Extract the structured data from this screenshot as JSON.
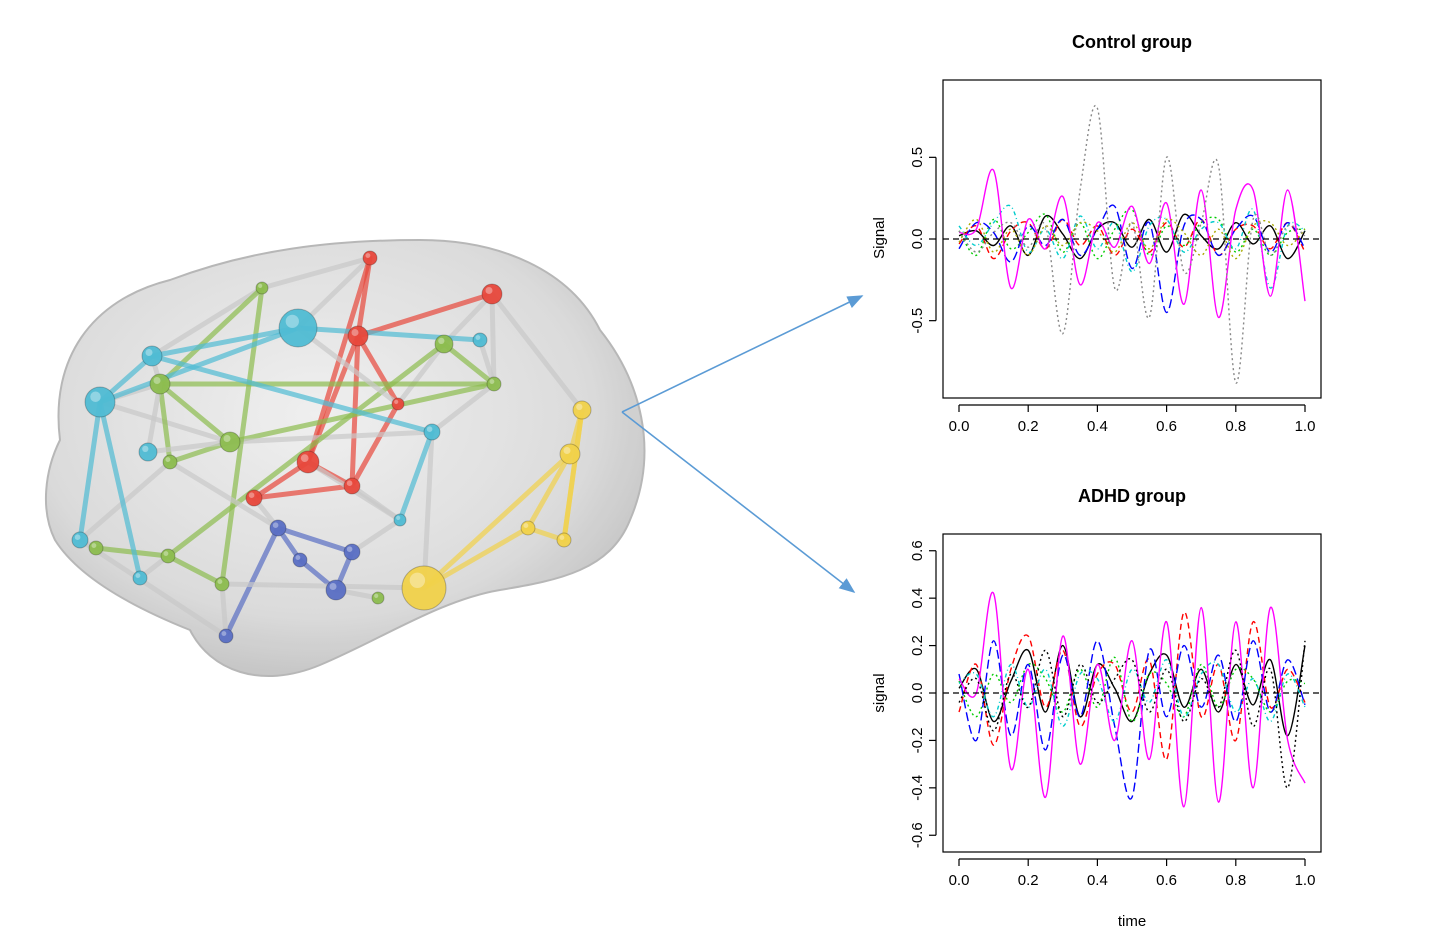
{
  "figure": {
    "brain_network": {
      "module_colors": [
        "#c9c9c9",
        "#f2d24a",
        "#5a6fc4",
        "#50bcd4",
        "#8dbd4f",
        "#e8483c"
      ]
    },
    "arrow_color": "#5b9bd5"
  },
  "chart_data": [
    {
      "type": "line",
      "title": "Control group",
      "xlabel": "",
      "ylabel": "Signal",
      "xlim": [
        0,
        1
      ],
      "ylim": [
        -0.9,
        0.9
      ],
      "xticks": [
        "0.0",
        "0.2",
        "0.4",
        "0.6",
        "0.8",
        "1.0"
      ],
      "yticks": [
        "-0.5",
        "0.0",
        "0.5"
      ],
      "reference_line_y": 0,
      "grid": false,
      "series_colors": [
        "#000000",
        "#ff0000",
        "#00cc00",
        "#0000ff",
        "#00cccc",
        "#ff00ff",
        "#aaaa00",
        "#888888"
      ],
      "series": [
        {
          "values": [
            0.02,
            0.05,
            -0.04,
            0.08,
            -0.1,
            0.14,
            0.03,
            -0.12,
            0.06,
            0.1,
            -0.05,
            0.12,
            -0.08,
            0.15,
            0.02,
            -0.06,
            0.1,
            -0.03,
            0.08,
            -0.12,
            0.05
          ]
        },
        {
          "values": [
            -0.03,
            0.08,
            -0.12,
            0.05,
            0.1,
            -0.06,
            0.12,
            -0.04,
            0.08,
            -0.1,
            0.06,
            -0.08,
            0.1,
            -0.05,
            0.12,
            -0.1,
            0.06,
            0.08,
            -0.06,
            0.1,
            -0.08
          ]
        },
        {
          "values": [
            0.05,
            -0.1,
            0.12,
            -0.06,
            0.04,
            0.15,
            -0.08,
            0.1,
            -0.12,
            0.06,
            0.18,
            -0.1,
            0.08,
            -0.04,
            0.1,
            0.12,
            -0.08,
            0.06,
            -0.1,
            0.04,
            0.06
          ]
        },
        {
          "values": [
            -0.06,
            0.1,
            0.04,
            -0.14,
            0.08,
            -0.04,
            0.12,
            -0.1,
            0.06,
            0.2,
            -0.18,
            0.1,
            -0.45,
            0.08,
            0.12,
            -0.1,
            0.06,
            0.14,
            -0.08,
            0.1,
            -0.06
          ]
        },
        {
          "values": [
            0.08,
            -0.04,
            0.1,
            0.2,
            -0.08,
            0.06,
            -0.12,
            0.14,
            -0.06,
            0.1,
            -0.2,
            0.08,
            0.12,
            -0.08,
            0.06,
            0.1,
            -0.06,
            0.18,
            -0.3,
            0.08,
            0.05
          ]
        },
        {
          "values": [
            0.04,
            0.06,
            0.42,
            -0.3,
            0.12,
            -0.06,
            0.26,
            -0.28,
            0.1,
            -0.05,
            0.2,
            -0.15,
            0.22,
            -0.4,
            0.3,
            -0.48,
            0.18,
            0.3,
            -0.35,
            0.3,
            -0.38
          ]
        },
        {
          "values": [
            -0.02,
            0.12,
            -0.08,
            0.06,
            -0.1,
            0.08,
            -0.04,
            0.1,
            0.05,
            -0.08,
            0.1,
            -0.06,
            0.12,
            0.04,
            -0.1,
            0.06,
            -0.12,
            0.08,
            0.1,
            -0.04,
            0.06
          ]
        },
        {
          "values": [
            0.05,
            -0.08,
            0.04,
            0.1,
            -0.05,
            0.08,
            -0.58,
            0.3,
            0.8,
            -0.3,
            0.1,
            -0.48,
            0.5,
            -0.2,
            0.1,
            0.45,
            -0.88,
            0.12,
            -0.1,
            0.08,
            0.02
          ]
        }
      ]
    },
    {
      "type": "line",
      "title": "ADHD group",
      "xlabel": "time",
      "ylabel": "signal",
      "xlim": [
        0,
        1
      ],
      "ylim": [
        -0.62,
        0.62
      ],
      "xticks": [
        "0.0",
        "0.2",
        "0.4",
        "0.6",
        "0.8",
        "1.0"
      ],
      "yticks": [
        "-0.6",
        "-0.4",
        "-0.2",
        "0.0",
        "0.2",
        "0.4",
        "0.6"
      ],
      "reference_line_y": 0,
      "grid": false,
      "series_colors": [
        "#000000",
        "#ff0000",
        "#00cc00",
        "#0000ff",
        "#00cccc",
        "#ff00ff",
        "#000000"
      ],
      "series": [
        {
          "values": [
            0.02,
            0.1,
            -0.12,
            0.05,
            0.18,
            -0.08,
            0.2,
            -0.1,
            0.12,
            0.02,
            -0.12,
            0.08,
            0.16,
            -0.06,
            0.1,
            -0.08,
            0.12,
            -0.05,
            0.14,
            -0.18,
            0.2
          ]
        },
        {
          "values": [
            -0.08,
            0.12,
            -0.22,
            0.1,
            0.24,
            -0.06,
            0.18,
            -0.14,
            0.08,
            0.12,
            -0.08,
            0.14,
            -0.28,
            0.34,
            -0.1,
            0.12,
            -0.2,
            0.3,
            -0.06,
            0.1,
            -0.04
          ]
        },
        {
          "values": [
            0.05,
            -0.1,
            0.08,
            -0.04,
            0.12,
            0.06,
            -0.08,
            0.1,
            -0.06,
            0.15,
            -0.12,
            0.08,
            0.04,
            -0.1,
            0.12,
            -0.06,
            0.1,
            0.06,
            -0.08,
            0.05,
            0.04
          ]
        },
        {
          "values": [
            0.08,
            -0.2,
            0.22,
            -0.18,
            0.12,
            -0.24,
            0.16,
            -0.1,
            0.22,
            -0.14,
            -0.44,
            0.18,
            -0.1,
            0.2,
            -0.06,
            0.16,
            -0.12,
            0.22,
            -0.08,
            0.14,
            -0.05
          ]
        },
        {
          "values": [
            0.04,
            0.08,
            -0.1,
            0.12,
            -0.06,
            0.1,
            -0.14,
            0.08,
            0.06,
            -0.12,
            0.1,
            -0.04,
            0.14,
            -0.1,
            0.08,
            0.12,
            -0.08,
            0.06,
            -0.12,
            0.08,
            -0.06
          ]
        },
        {
          "values": [
            0.06,
            0.0,
            0.42,
            -0.32,
            0.1,
            -0.44,
            0.24,
            -0.3,
            0.12,
            -0.2,
            0.22,
            -0.28,
            0.3,
            -0.48,
            0.36,
            -0.46,
            0.3,
            -0.4,
            0.36,
            -0.2,
            -0.38
          ]
        },
        {
          "values": [
            -0.04,
            0.06,
            -0.16,
            0.08,
            -0.06,
            0.18,
            -0.1,
            0.12,
            -0.04,
            0.06,
            0.14,
            -0.08,
            0.1,
            -0.12,
            0.06,
            -0.06,
            0.18,
            -0.14,
            0.1,
            -0.4,
            0.22
          ]
        }
      ]
    }
  ]
}
